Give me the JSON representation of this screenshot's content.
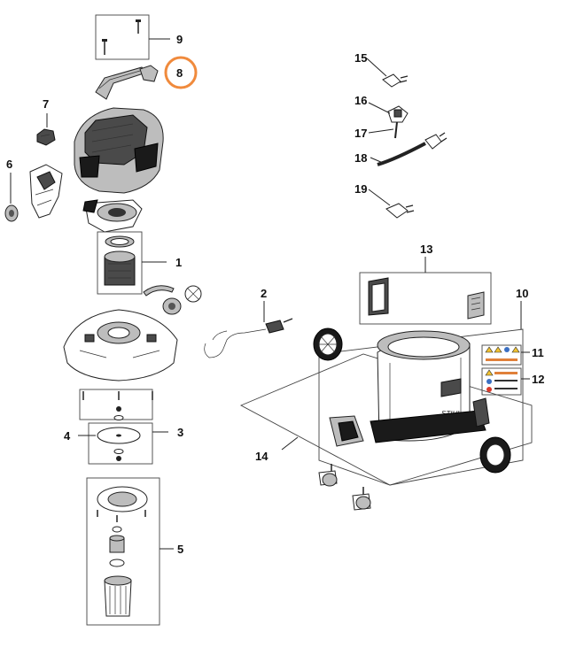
{
  "diagram": {
    "callouts": [
      {
        "id": "1",
        "label": "1"
      },
      {
        "id": "2",
        "label": "2"
      },
      {
        "id": "3",
        "label": "3"
      },
      {
        "id": "4",
        "label": "4"
      },
      {
        "id": "5",
        "label": "5"
      },
      {
        "id": "6",
        "label": "6"
      },
      {
        "id": "7",
        "label": "7"
      },
      {
        "id": "8",
        "label": "8"
      },
      {
        "id": "9",
        "label": "9"
      },
      {
        "id": "10",
        "label": "10"
      },
      {
        "id": "11",
        "label": "11"
      },
      {
        "id": "12",
        "label": "12"
      },
      {
        "id": "13",
        "label": "13"
      },
      {
        "id": "14",
        "label": "14"
      },
      {
        "id": "15",
        "label": "15"
      },
      {
        "id": "16",
        "label": "16"
      },
      {
        "id": "17",
        "label": "17"
      },
      {
        "id": "18",
        "label": "18"
      },
      {
        "id": "19",
        "label": "19"
      }
    ],
    "highlighted_callout": "8",
    "highlight_color": "#f08a3c",
    "brand_text": "STIHL"
  }
}
